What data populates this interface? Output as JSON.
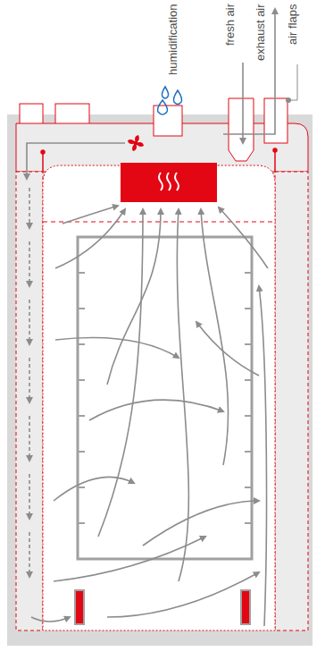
{
  "diagram": {
    "labels": [
      "humidification",
      "fresh air",
      "exhaust air",
      "air flaps"
    ]
  }
}
